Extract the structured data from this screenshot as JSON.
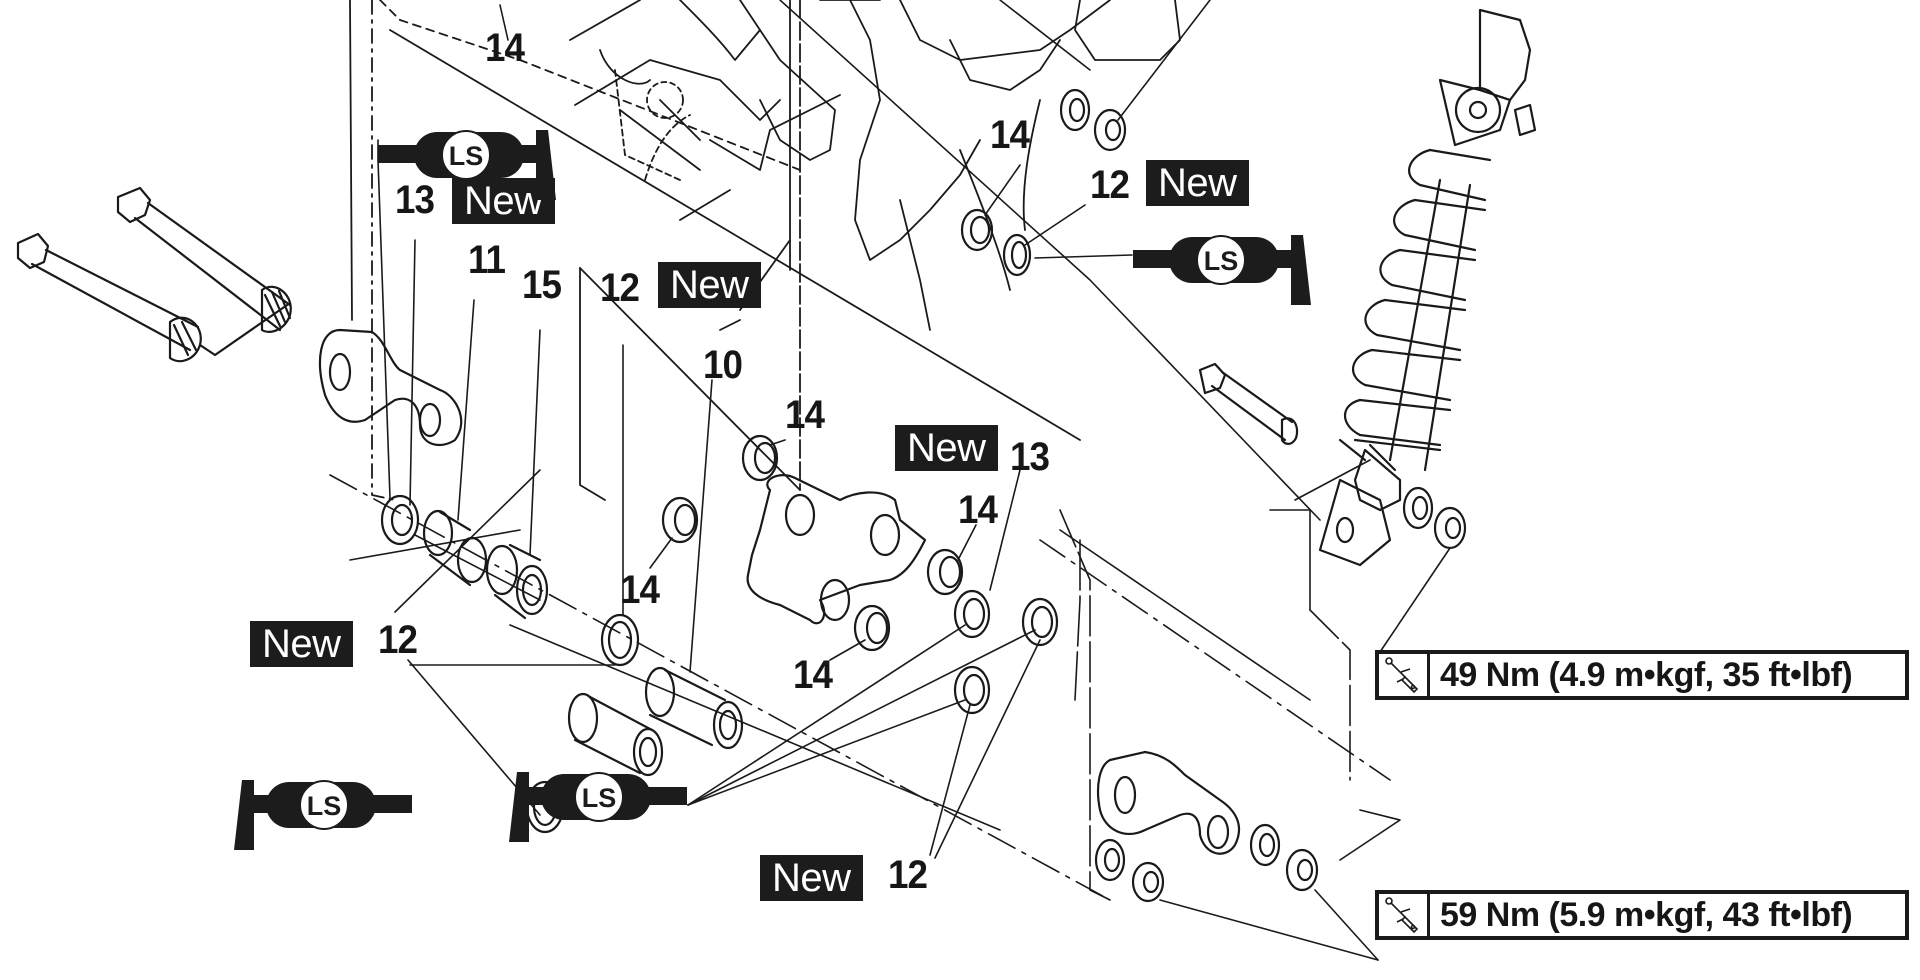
{
  "diagram": {
    "subject": "Rear suspension relay arm / connecting arm exploded view",
    "part_callouts": [
      {
        "id": "callout-14-top-left",
        "number": "14",
        "new": false
      },
      {
        "id": "callout-13-upper",
        "number": "13",
        "new": true
      },
      {
        "id": "callout-11",
        "number": "11",
        "new": false
      },
      {
        "id": "callout-15",
        "number": "15",
        "new": false
      },
      {
        "id": "callout-12-upper-mid",
        "number": "12",
        "new": true
      },
      {
        "id": "callout-10",
        "number": "10",
        "new": false
      },
      {
        "id": "callout-14-mid",
        "number": "14",
        "new": false
      },
      {
        "id": "callout-13-right",
        "number": "13",
        "new": true
      },
      {
        "id": "callout-14-right",
        "number": "14",
        "new": false
      },
      {
        "id": "callout-14-lower-left",
        "number": "14",
        "new": false
      },
      {
        "id": "callout-14-lower",
        "number": "14",
        "new": false
      },
      {
        "id": "callout-14-top-right",
        "number": "14",
        "new": false
      },
      {
        "id": "callout-12-top-right",
        "number": "12",
        "new": true
      },
      {
        "id": "callout-12-left",
        "number": "12",
        "new": true
      },
      {
        "id": "callout-12-bottom",
        "number": "12",
        "new": true
      }
    ],
    "new_label": "New",
    "lubricant_symbol": "LS",
    "torque_specs": [
      {
        "value": "49 Nm (4.9 m•kgf, 35 ft•lbf)",
        "icon": "torque-wrench-icon"
      },
      {
        "value": "59 Nm (5.9 m•kgf, 43 ft•lbf)",
        "icon": "torque-wrench-icon"
      }
    ]
  }
}
